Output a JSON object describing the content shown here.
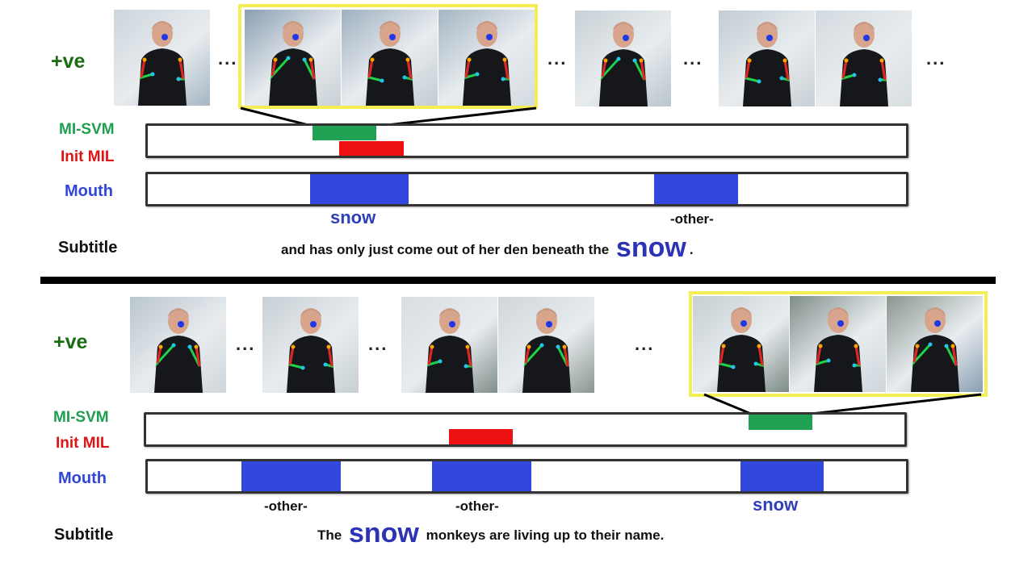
{
  "top": {
    "positive_label": "+ve",
    "mi_svm_label": "MI-SVM",
    "init_mil_label": "Init MIL",
    "mouth_label": "Mouth",
    "subtitle_label": "Subtitle",
    "ellipsis": "...",
    "mouth_words": [
      "snow",
      "-other-"
    ],
    "subtitle": {
      "before": "and has only just come out of her den beneath the",
      "keyword": "snow",
      "after": "."
    }
  },
  "bottom": {
    "positive_label": "+ve",
    "mi_svm_label": "MI-SVM",
    "init_mil_label": "Init MIL",
    "mouth_label": "Mouth",
    "subtitle_label": "Subtitle",
    "ellipsis": "...",
    "mouth_words": [
      "-other-",
      "-other-",
      "snow"
    ],
    "subtitle": {
      "before": "The",
      "keyword": "snow",
      "after": "monkeys are living up to their name."
    }
  },
  "colors": {
    "mi_svm": "#21a154",
    "init_mil": "#ee1111",
    "mouth": "#3247dc",
    "highlight": "#f4ee55",
    "keyword": "#2c33b4"
  }
}
